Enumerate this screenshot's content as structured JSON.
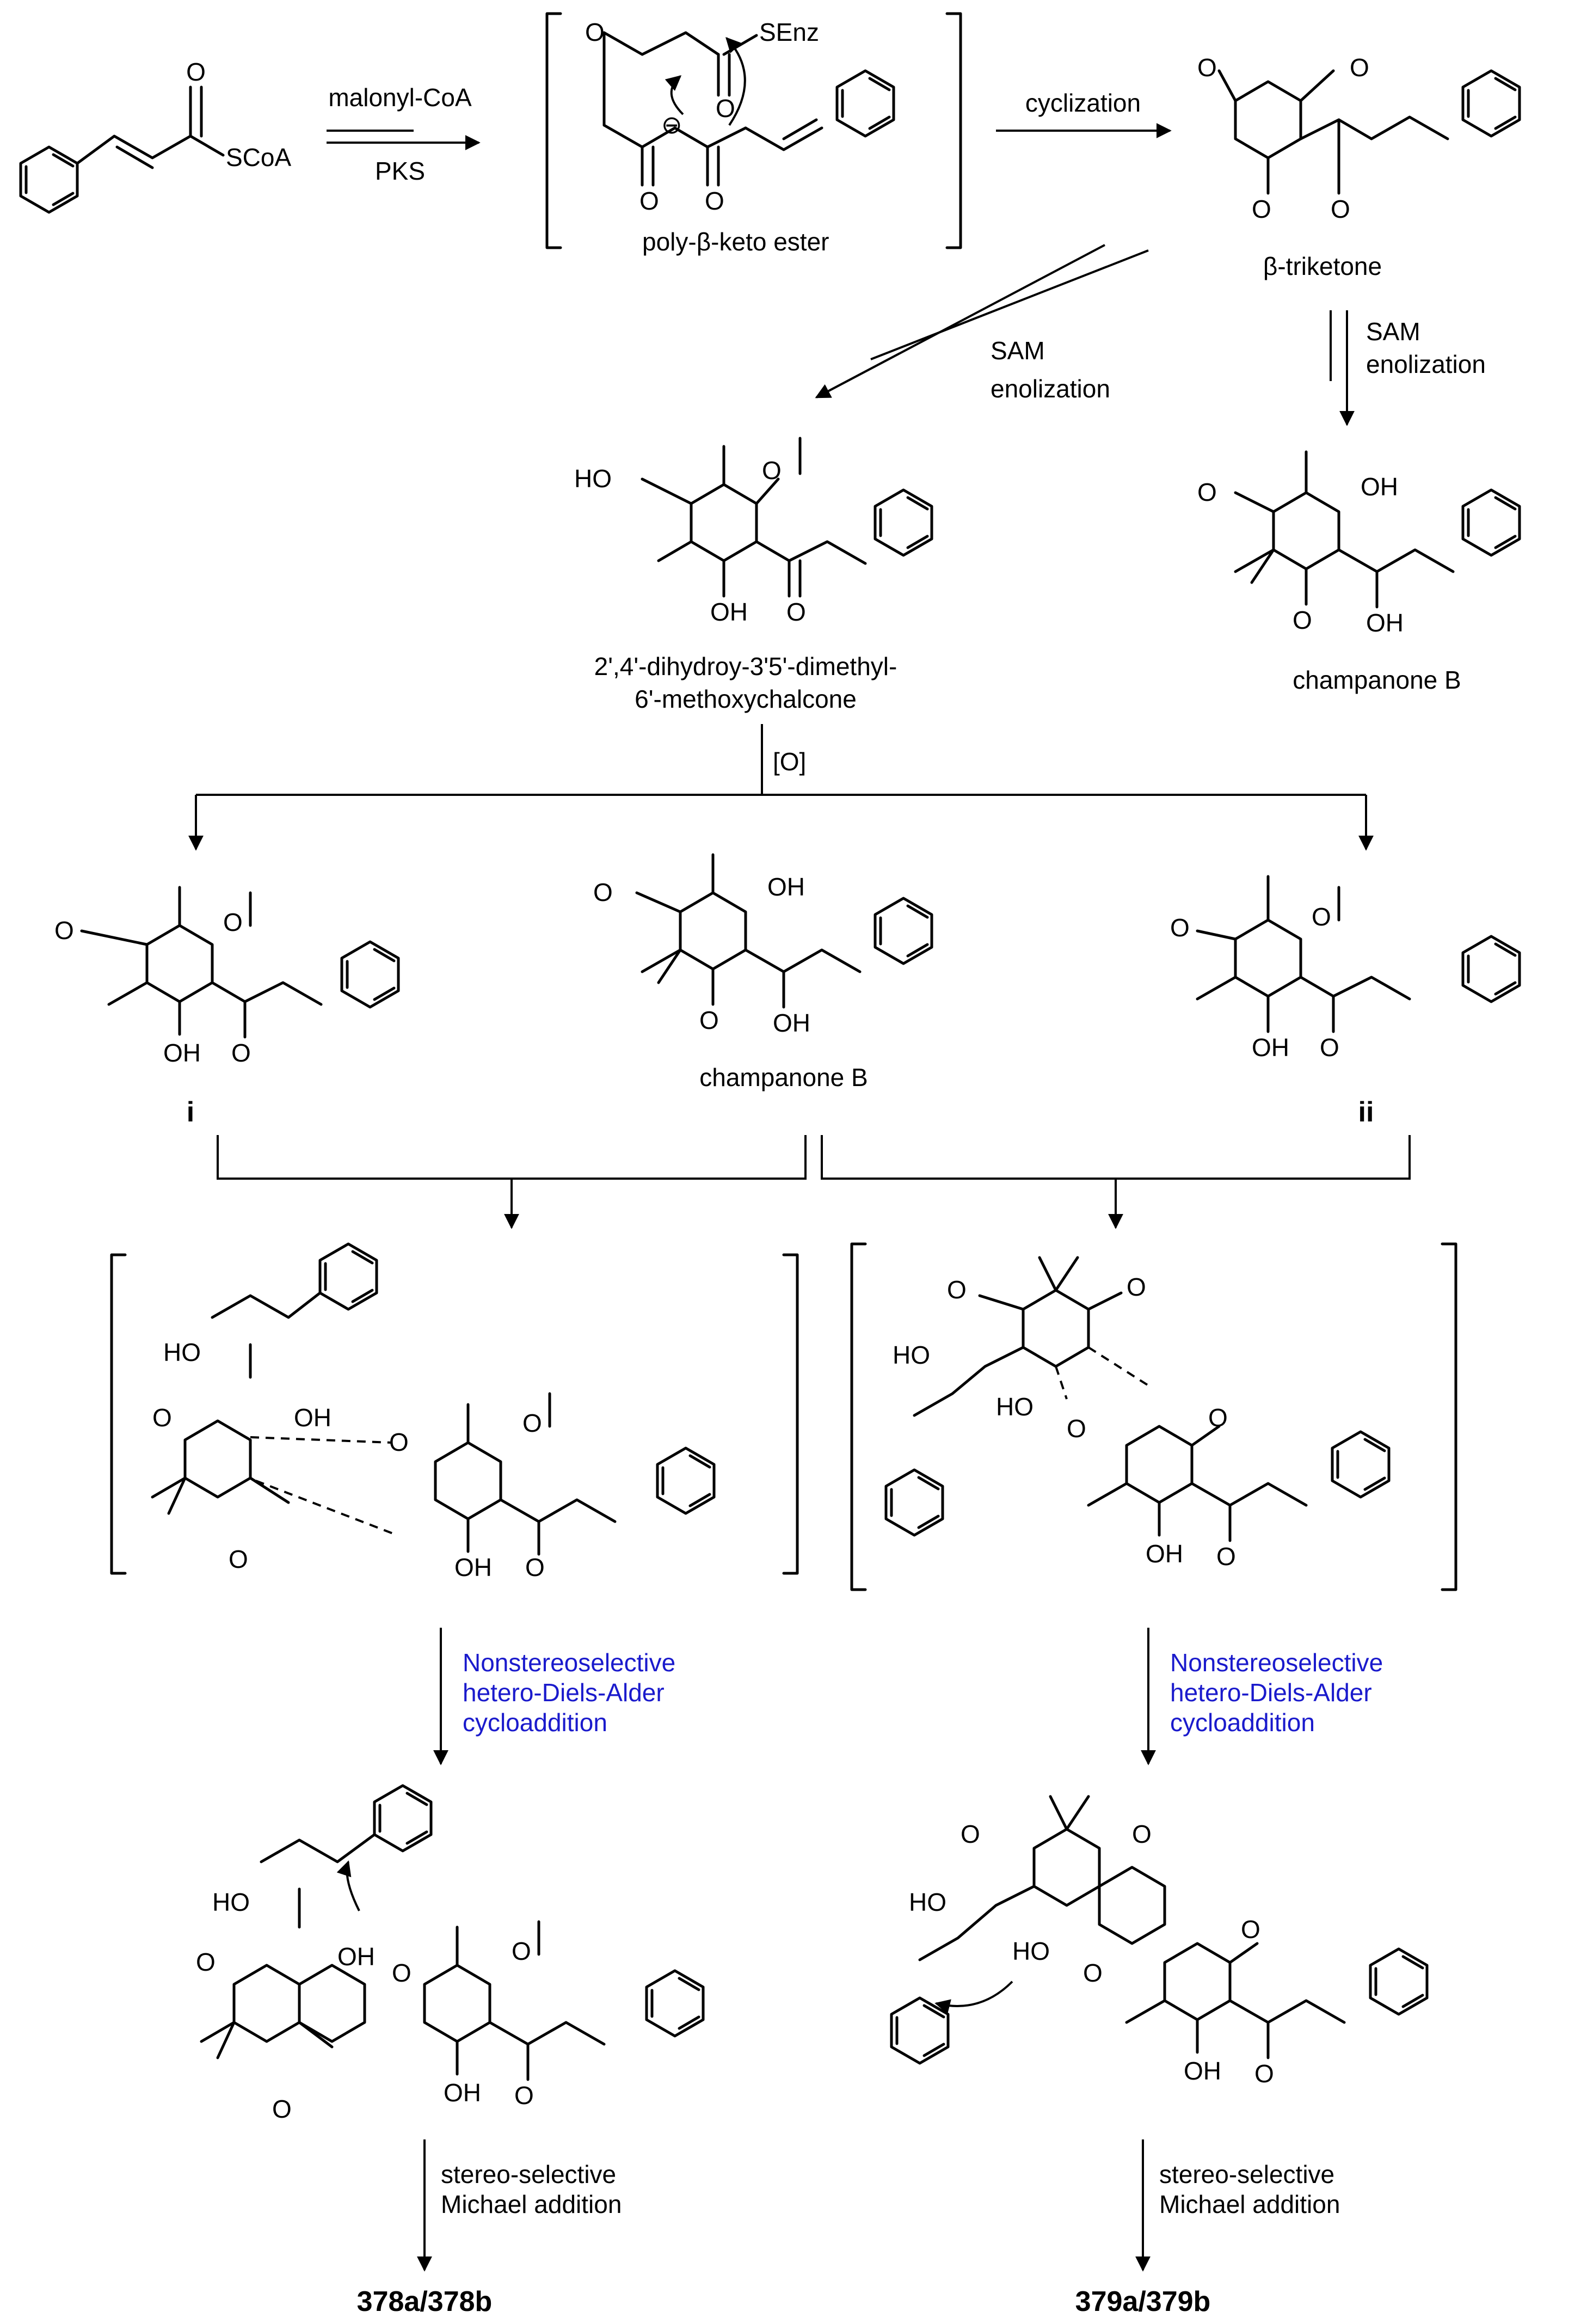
{
  "reagents": {
    "malonyl": "malonyl-CoA",
    "pks": "PKS",
    "cyclization": "cyclization",
    "sam1": "SAM",
    "enol1": "enolization",
    "sam2": "SAM",
    "enol2": "enolization",
    "oxidation": "[O]",
    "hda_left": [
      "Nonstereoselective",
      "hetero-Diels-Alder",
      "cycloaddition"
    ],
    "hda_right": [
      "Nonstereoselective",
      "hetero-Diels-Alder",
      "cycloaddition"
    ],
    "michael_left": [
      "stereo-selective",
      "Michael addition"
    ],
    "michael_right": [
      "stereo-selective",
      "Michael addition"
    ]
  },
  "compound_labels": {
    "polyketo": "poly-β-keto ester",
    "triketone": "β-triketone",
    "chalcone": [
      "2',4'-dihydroy-3'5'-dimethyl-",
      "6'-methoxychalcone"
    ],
    "champanone_top": "champanone B",
    "champanone_mid": "champanone B",
    "i": "i",
    "ii": "ii",
    "product_left": "378a/378b",
    "product_right": "379a/379b"
  },
  "atoms": {
    "scoa": "SCoA",
    "senz": "SEnz",
    "O": "O",
    "OH": "OH",
    "HO": "HO",
    "minus": "⊖"
  },
  "colors": {
    "highlight": "#1a1acc",
    "ink": "#000000"
  }
}
